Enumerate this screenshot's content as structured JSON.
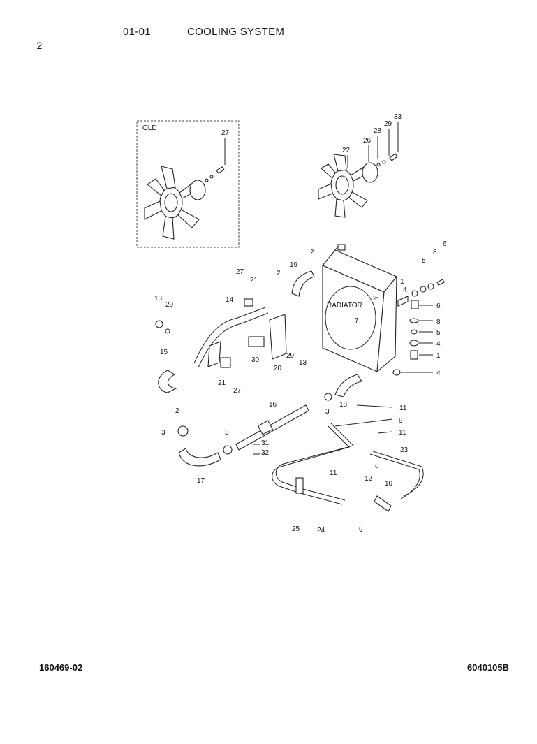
{
  "header": {
    "section_code": "01-01",
    "section_title": "COOLING SYSTEM",
    "page_number": "－ 2－"
  },
  "footer": {
    "left_code": "160469-02",
    "right_code": "6040105B"
  },
  "inset": {
    "label": "OLD"
  },
  "radiator_label": "RADIATOR",
  "callouts": [
    "27",
    "22",
    "26",
    "28",
    "29",
    "33",
    "2",
    "19",
    "27",
    "21",
    "2",
    "4",
    "5",
    "8",
    "6",
    "13",
    "29",
    "14",
    "1",
    "6",
    "5",
    "7",
    "8",
    "2",
    "5",
    "30",
    "29",
    "20",
    "13",
    "4",
    "15",
    "21",
    "27",
    "1",
    "4",
    "2",
    "3",
    "18",
    "16",
    "11",
    "3",
    "9",
    "3",
    "31",
    "32",
    "11",
    "23",
    "17",
    "9",
    "11",
    "12",
    "10",
    "25",
    "24",
    "9"
  ]
}
